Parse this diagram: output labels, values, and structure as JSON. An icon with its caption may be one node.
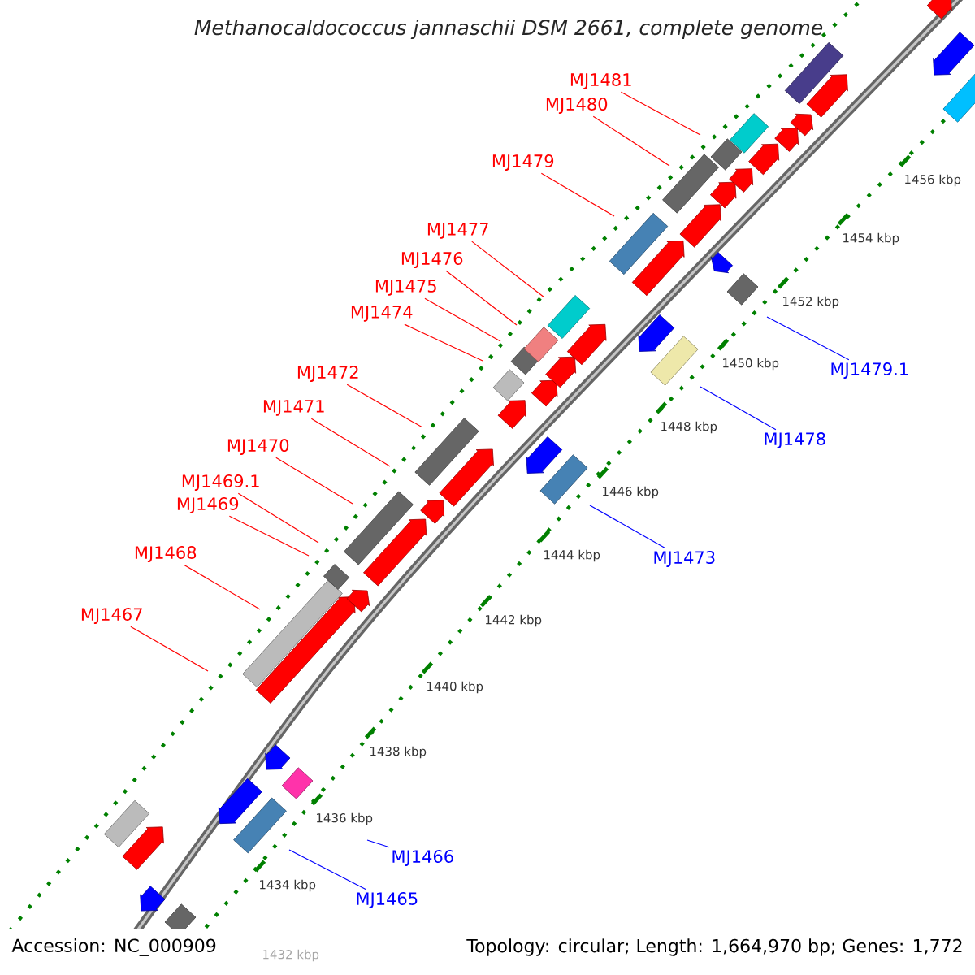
{
  "diagram": {
    "title": "Methanocaldococcus jannaschii DSM 2661, complete genome",
    "nodes": [
      {
        "text": [
          "MJ1481"
        ]
      },
      {
        "text": [
          "MJ1480"
        ]
      },
      {
        "text": [
          "MJ1479"
        ]
      },
      {
        "text": [
          "MJ1477"
        ]
      },
      {
        "text": [
          "MJ1476"
        ]
      },
      {
        "text": [
          "MJ1475"
        ]
      },
      {
        "text": [
          "MJ1474"
        ]
      },
      {
        "text": [
          "MJ1479.1"
        ]
      },
      {
        "text": [
          "MJ1472"
        ]
      },
      {
        "text": [
          "MJ1471"
        ]
      },
      {
        "text": [
          "MJ1478"
        ]
      },
      {
        "text": [
          "MJ1470"
        ]
      },
      {
        "text": [
          "MJ1469.1"
        ]
      },
      {
        "text": [
          "MJ1469"
        ]
      },
      {
        "text": [
          "MJ1468"
        ]
      },
      {
        "text": [
          "MJ1473"
        ]
      },
      {
        "text": [
          "MJ1467"
        ]
      },
      {
        "text": [
          "MJ1466"
        ]
      },
      {
        "text": [
          "MJ1465"
        ]
      }
    ],
    "edges": [
      {
        "from": 0,
        "to": null,
        "arrow": "none"
      },
      {
        "from": 1,
        "to": null,
        "arrow": "none"
      },
      {
        "from": 2,
        "to": null,
        "arrow": "none"
      },
      {
        "from": 3,
        "to": null,
        "arrow": "none"
      },
      {
        "from": 4,
        "to": null,
        "arrow": "none"
      },
      {
        "from": 5,
        "to": null,
        "arrow": "none"
      },
      {
        "from": 6,
        "to": null,
        "arrow": "none"
      },
      {
        "from": 7,
        "to": null,
        "arrow": "none",
        "color": "#0000ff"
      },
      {
        "from": 8,
        "to": null,
        "arrow": "none"
      },
      {
        "from": 9,
        "to": null,
        "arrow": "none"
      },
      {
        "from": 10,
        "to": null,
        "arrow": "none",
        "color": "#0000ff"
      },
      {
        "from": 11,
        "to": null,
        "arrow": "none"
      },
      {
        "from": 12,
        "to": null,
        "arrow": "none"
      },
      {
        "from": 13,
        "to": null,
        "arrow": "none"
      },
      {
        "from": 14,
        "to": null,
        "arrow": "none"
      },
      {
        "from": 15,
        "to": null,
        "arrow": "none",
        "color": "#0000ff"
      },
      {
        "from": 16,
        "to": null,
        "arrow": "none"
      },
      {
        "from": 17,
        "to": null,
        "arrow": "none",
        "color": "#0000ff"
      },
      {
        "from": 18,
        "to": null,
        "arrow": "none",
        "color": "#0000ff"
      }
    ],
    "labels": [
      "1456 kbp",
      "1454 kbp",
      "1452 kbp",
      "1450 kbp",
      "1448 kbp",
      "1446 kbp",
      "1444 kbp",
      "1442 kbp",
      "1440 kbp",
      "1438 kbp",
      "1436 kbp",
      "1434 kbp",
      "Accession: NC_000909",
      "1432 kbp",
      "Topology: circular; Length: 1,664,970 bp; Genes: 1,772"
    ]
  }
}
